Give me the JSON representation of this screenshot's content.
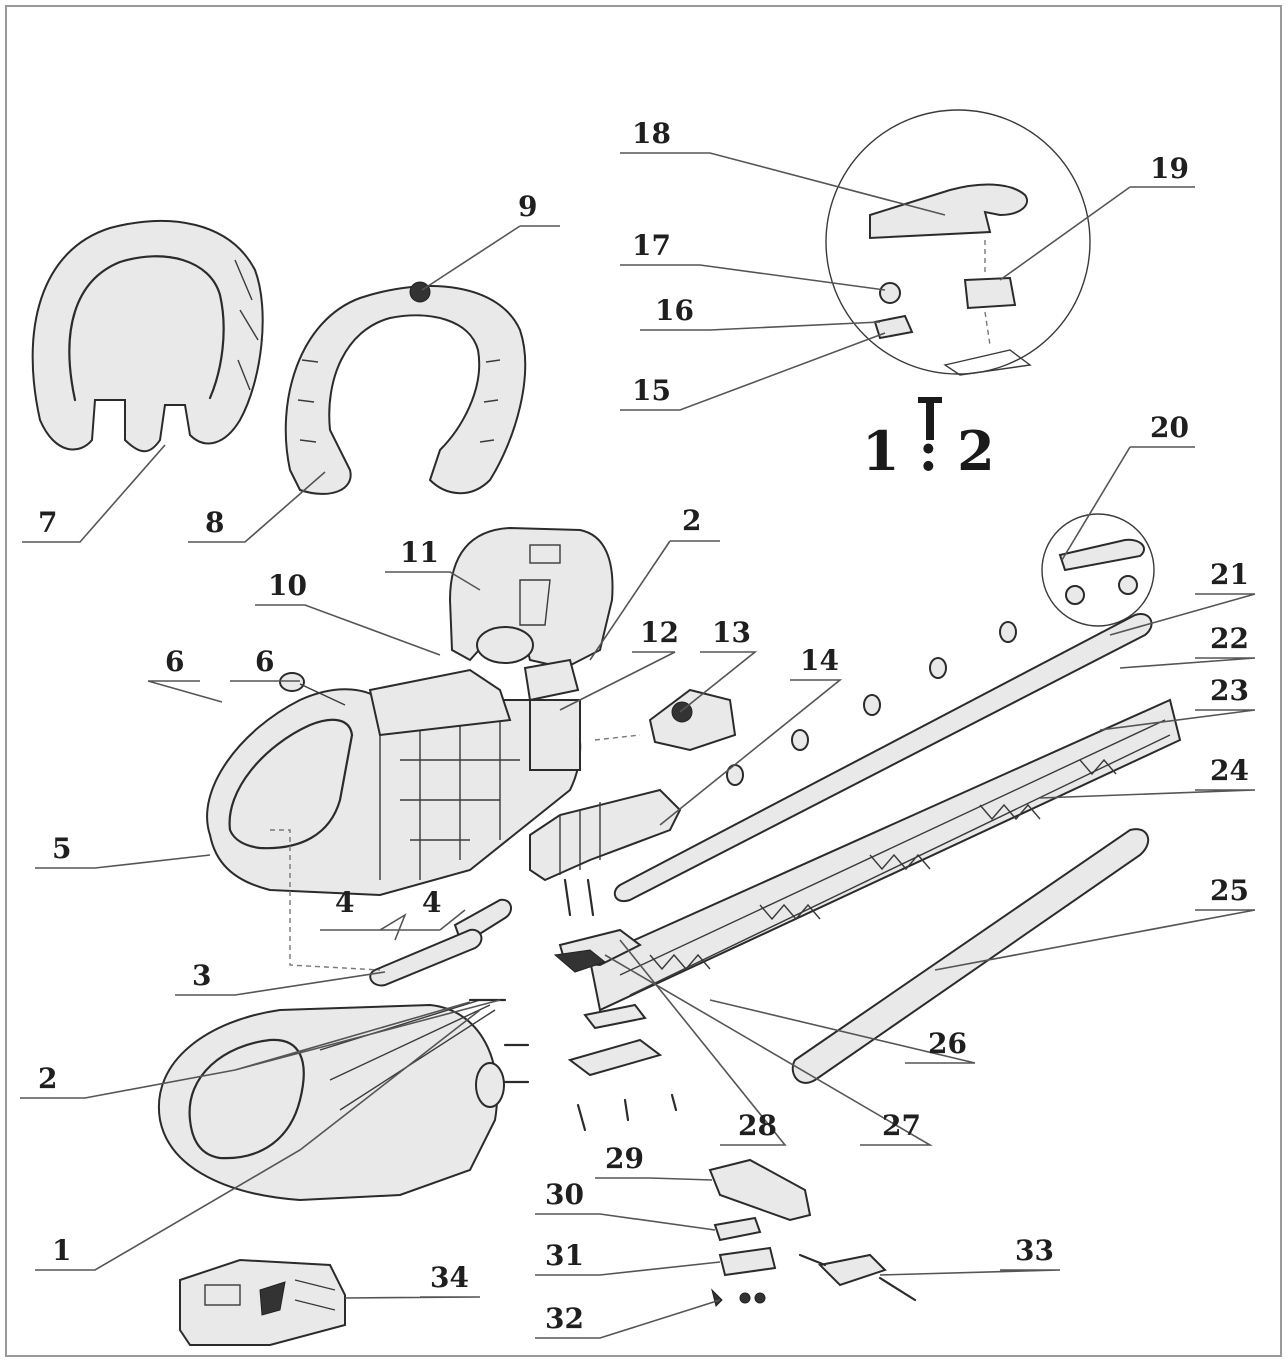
{
  "diagram": {
    "scale_label": "1 : 2",
    "callouts": [
      {
        "id": "c18",
        "text": "18"
      },
      {
        "id": "c19",
        "text": "19"
      },
      {
        "id": "c17",
        "text": "17"
      },
      {
        "id": "c16",
        "text": "16"
      },
      {
        "id": "c15",
        "text": "15"
      },
      {
        "id": "c9",
        "text": "9"
      },
      {
        "id": "c20",
        "text": "20"
      },
      {
        "id": "c7",
        "text": "7"
      },
      {
        "id": "c8",
        "text": "8"
      },
      {
        "id": "c2a",
        "text": "2"
      },
      {
        "id": "c11",
        "text": "11"
      },
      {
        "id": "c10",
        "text": "10"
      },
      {
        "id": "c21",
        "text": "21"
      },
      {
        "id": "c6a",
        "text": "6"
      },
      {
        "id": "c6b",
        "text": "6"
      },
      {
        "id": "c12",
        "text": "12"
      },
      {
        "id": "c13",
        "text": "13"
      },
      {
        "id": "c14",
        "text": "14"
      },
      {
        "id": "c22",
        "text": "22"
      },
      {
        "id": "c23",
        "text": "23"
      },
      {
        "id": "c24",
        "text": "24"
      },
      {
        "id": "c5",
        "text": "5"
      },
      {
        "id": "c4a",
        "text": "4"
      },
      {
        "id": "c4b",
        "text": "4"
      },
      {
        "id": "c25",
        "text": "25"
      },
      {
        "id": "c3",
        "text": "3"
      },
      {
        "id": "c26",
        "text": "26"
      },
      {
        "id": "c2b",
        "text": "2"
      },
      {
        "id": "c28",
        "text": "28"
      },
      {
        "id": "c27",
        "text": "27"
      },
      {
        "id": "c29",
        "text": "29"
      },
      {
        "id": "c30",
        "text": "30"
      },
      {
        "id": "c1",
        "text": "1"
      },
      {
        "id": "c31",
        "text": "31"
      },
      {
        "id": "c33",
        "text": "33"
      },
      {
        "id": "c34",
        "text": "34"
      },
      {
        "id": "c32",
        "text": "32"
      }
    ]
  }
}
